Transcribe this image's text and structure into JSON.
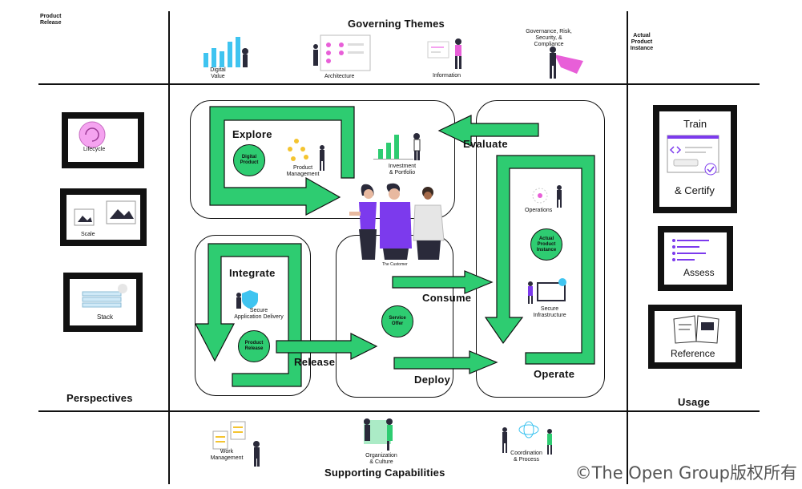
{
  "header": {
    "left_label": "Product\nRelease",
    "governing_title": "Governing Themes",
    "right_label": "Actual\nProduct\nInstance",
    "themes": [
      {
        "label": "Digital\nValue"
      },
      {
        "label": "Architecture"
      },
      {
        "label": "Information"
      },
      {
        "label": "Governance, Risk,\nSecurity, & Compliance"
      }
    ]
  },
  "perspectives": {
    "title": "Perspectives",
    "items": [
      "Lifecycle",
      "Scale",
      "Stack"
    ]
  },
  "usage": {
    "title": "Usage",
    "items": [
      "Train",
      "& Certify",
      "Assess",
      "Reference"
    ]
  },
  "stages": {
    "explore": "Explore",
    "evaluate": "Evaluate",
    "integrate": "Integrate",
    "release": "Release",
    "consume": "Consume",
    "deploy": "Deploy",
    "operate": "Operate"
  },
  "nodes": {
    "digital_product": "Digital\nProduct",
    "product_management": "Product\nManagement",
    "investment": "Investment\n& Portfolio",
    "customer": "The Customer",
    "operations": "Operations",
    "actual_product_instance": "Actual\nProduct\nInstance",
    "secure_infrastructure": "Secure\nInfrastructure",
    "secure_app_delivery": "Secure\nApplication Delivery",
    "product_release": "Product\nRelease",
    "service_offer": "Service\nOffer"
  },
  "footer": {
    "title": "Supporting Capabilities",
    "items": [
      "Work\nManagement",
      "Organization\n& Culture",
      "Coordination\n& Process"
    ]
  },
  "watermark": "©The Open Group版权所有",
  "colors": {
    "green": "#2ecc71",
    "purple": "#7c3aed",
    "accent_blue": "#3fc4f0",
    "pink": "#f5a3f0"
  }
}
